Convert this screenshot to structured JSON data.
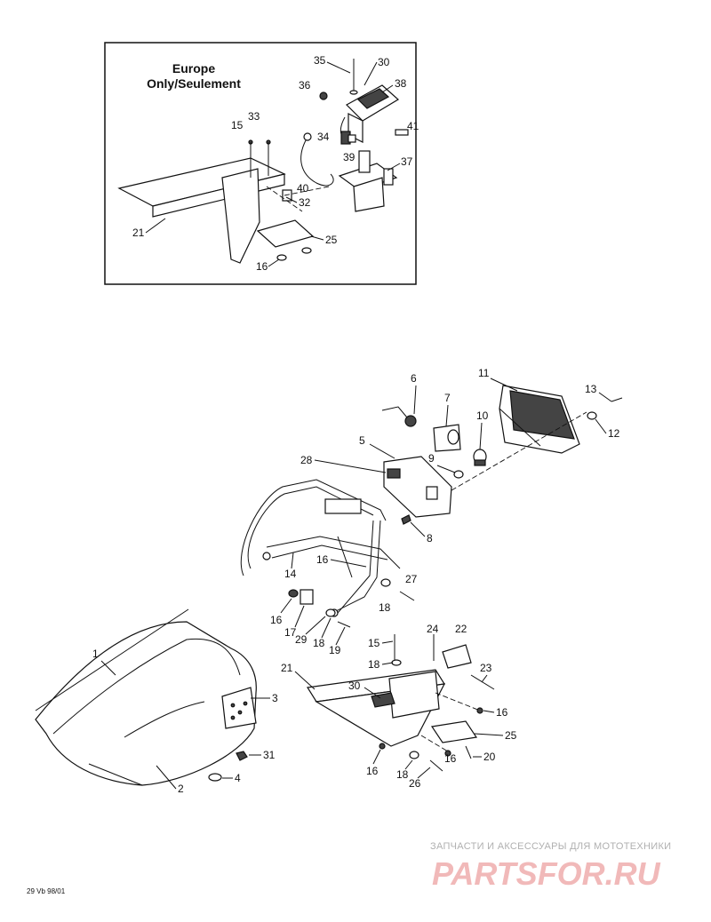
{
  "inset": {
    "title_line1": "Europe",
    "title_line2": "Only/Seulement"
  },
  "callouts": {
    "c35": "35",
    "c30a": "30",
    "c36": "36",
    "c38": "38",
    "c15a": "15",
    "c33": "33",
    "c41": "41",
    "c34": "34",
    "c39": "39",
    "c37": "37",
    "c40": "40",
    "c32": "32",
    "c21a": "21",
    "c25a": "25",
    "c16a": "16",
    "c6": "6",
    "c11": "11",
    "c13": "13",
    "c7": "7",
    "c10": "10",
    "c12": "12",
    "c5": "5",
    "c28": "28",
    "c9": "9",
    "c8": "8",
    "c14": "14",
    "c16b": "16",
    "c27": "27",
    "c18a": "18",
    "c16c": "16",
    "c17": "17",
    "c29": "29",
    "c18b": "18",
    "c19": "19",
    "c1": "1",
    "c24": "24",
    "c22": "22",
    "c15b": "15",
    "c18c": "18",
    "c21b": "21",
    "c23": "23",
    "c30b": "30",
    "c3": "3",
    "c16d": "16",
    "c25b": "25",
    "c31": "31",
    "c2": "2",
    "c4": "4",
    "c16e": "16",
    "c16f": "16",
    "c20": "20",
    "c18d": "18",
    "c26": "26"
  },
  "footer": {
    "ref_code": "29 Vb 98/01",
    "watermark_tagline": "ЗАПЧАСТИ И АКСЕССУАРЫ ДЛЯ МОТОТЕХНИКИ",
    "watermark_logo": "PARTSFOR.RU"
  }
}
